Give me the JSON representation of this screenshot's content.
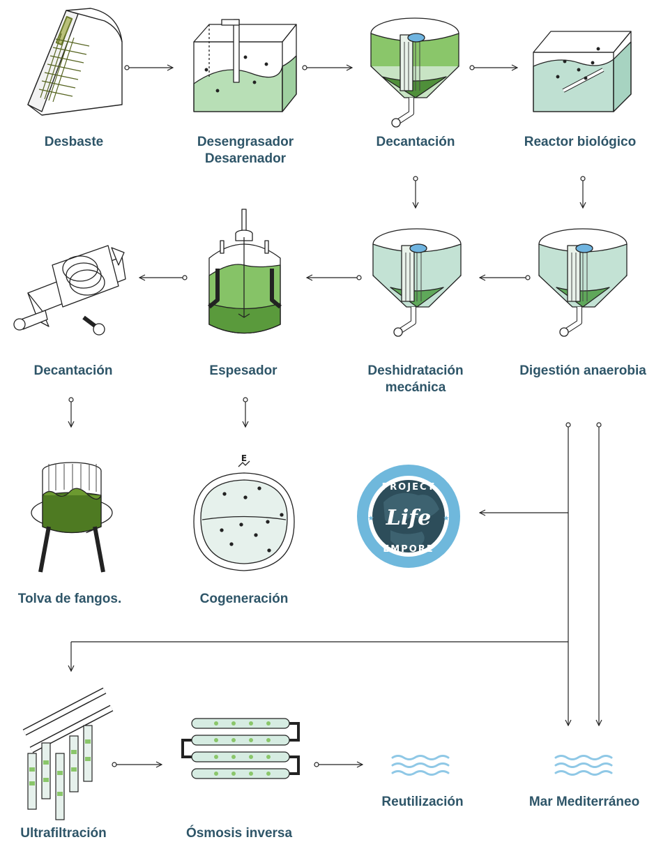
{
  "stages": {
    "desbaste": "Desbaste",
    "desengrasador_1": "Desengrasador",
    "desengrasador_2": "Desarenador",
    "decantacion_1": "Decantación",
    "reactor": "Reactor biológico",
    "decantacion_2": "Decantación",
    "espesador": "Espesador",
    "deshidratacion_1": "Deshidratación",
    "deshidratacion_2": "mecánica",
    "digestion": "Digestión anaerobia",
    "tolva": "Tolva de fangos.",
    "cogeneracion": "Cogeneración",
    "ultrafiltracion": "Ultrafiltración",
    "osmosis": "Ósmosis inversa",
    "reutilizacion": "Reutilización",
    "mar": "Mar Mediterráneo"
  },
  "energy_label": "E",
  "logo": {
    "top": "PROJECT",
    "middle": "Life",
    "bottom": "EMPORE"
  },
  "colors": {
    "label": "#2e5568",
    "water_light": "#cfe8dc",
    "water_green": "#8cc46a",
    "sludge_dark": "#4d7a2a",
    "wave_blue": "#8fc8e6",
    "logo_blue": "#6fb8dc",
    "line": "#222222"
  }
}
